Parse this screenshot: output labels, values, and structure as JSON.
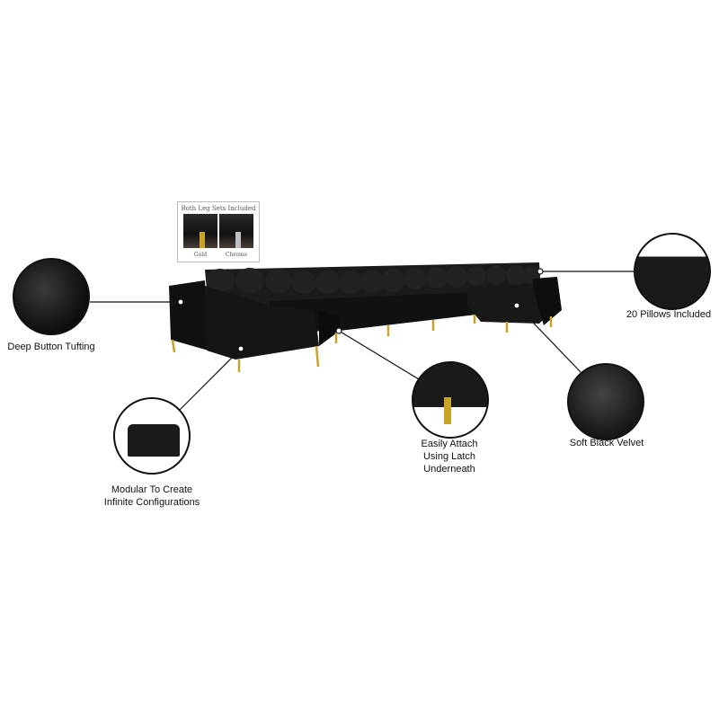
{
  "leg_sets": {
    "title": "Both Leg Sets Included",
    "options": [
      "Gold",
      "Chrome"
    ]
  },
  "features": {
    "tufting": "Deep Button Tufting",
    "pillows": "20 Pillows Included",
    "latch": [
      "Easily Attach",
      "Using Latch",
      "Underneath"
    ],
    "velvet": "Soft Black Velvet",
    "modular": [
      "Modular To Create",
      "Infinite Configurations"
    ]
  },
  "colors": {
    "upholstery": "#141414",
    "leg_gold": "#c9a227",
    "leg_chrome": "#bfbfbf"
  }
}
